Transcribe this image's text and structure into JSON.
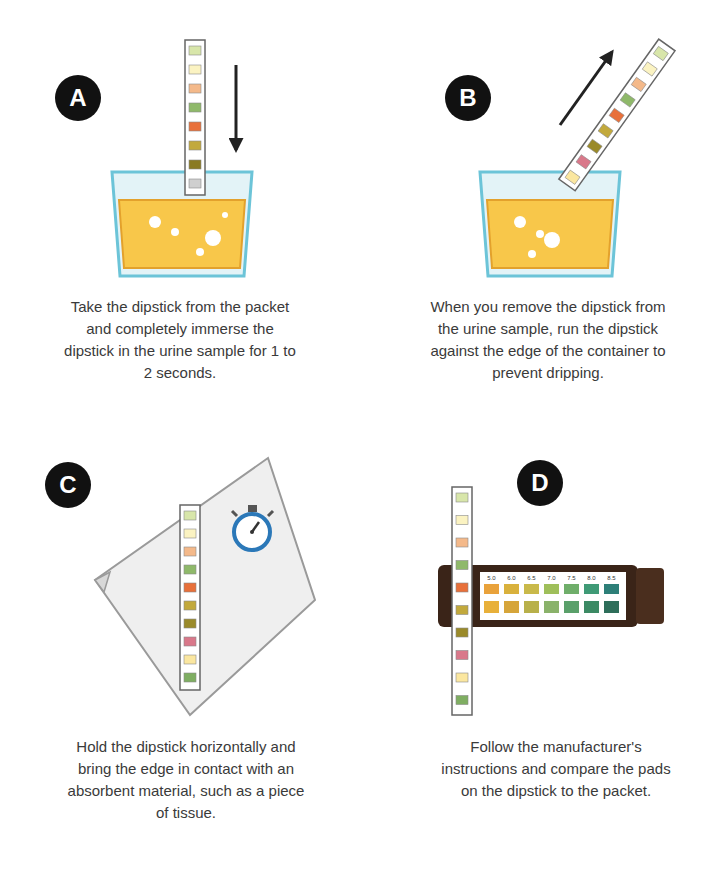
{
  "diagram": {
    "nodes": [
      {
        "text": [
          "A"
        ]
      },
      {
        "text": [
          "B"
        ]
      },
      {
        "text": [
          "C"
        ]
      },
      {
        "text": [
          "D"
        ]
      }
    ],
    "labels": [
      "Take the dipstick from the packet and completely immerse the dipstick in the urine sample for 1 to 2 seconds.",
      "When you remove the dipstick from the urine sample, run the dipstick against the edge of the container to prevent dripping.",
      "Hold the dipstick horizontally and bring the edge in contact with an absorbent material, such as a piece of tissue.",
      "Follow the manufacturer's instructions and compare the pads on the dipstick to the packet.",
      "5.0",
      "6.0",
      "6.5",
      "7.0",
      "7.5",
      "8.0",
      "8.5"
    ]
  }
}
